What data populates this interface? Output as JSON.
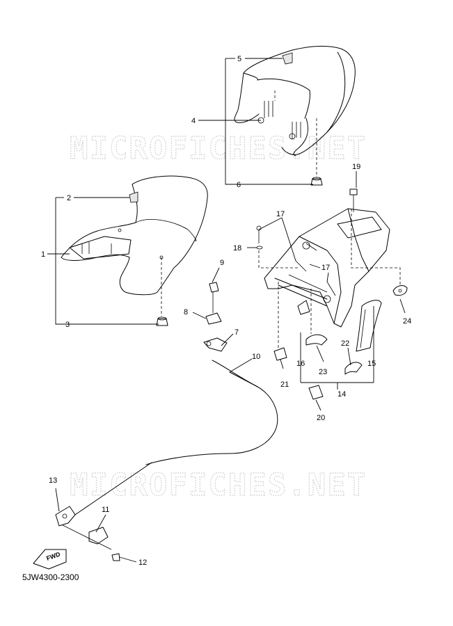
{
  "diagram": {
    "code": "5JW4300-2300",
    "watermark": "MICROFICHES.NET",
    "fwd_label": "FWD",
    "callouts": [
      "1",
      "2",
      "3",
      "4",
      "5",
      "6",
      "7",
      "8",
      "9",
      "10",
      "11",
      "12",
      "13",
      "14",
      "15",
      "16",
      "17",
      "17",
      "18",
      "19",
      "20",
      "21",
      "22",
      "23",
      "24"
    ]
  }
}
